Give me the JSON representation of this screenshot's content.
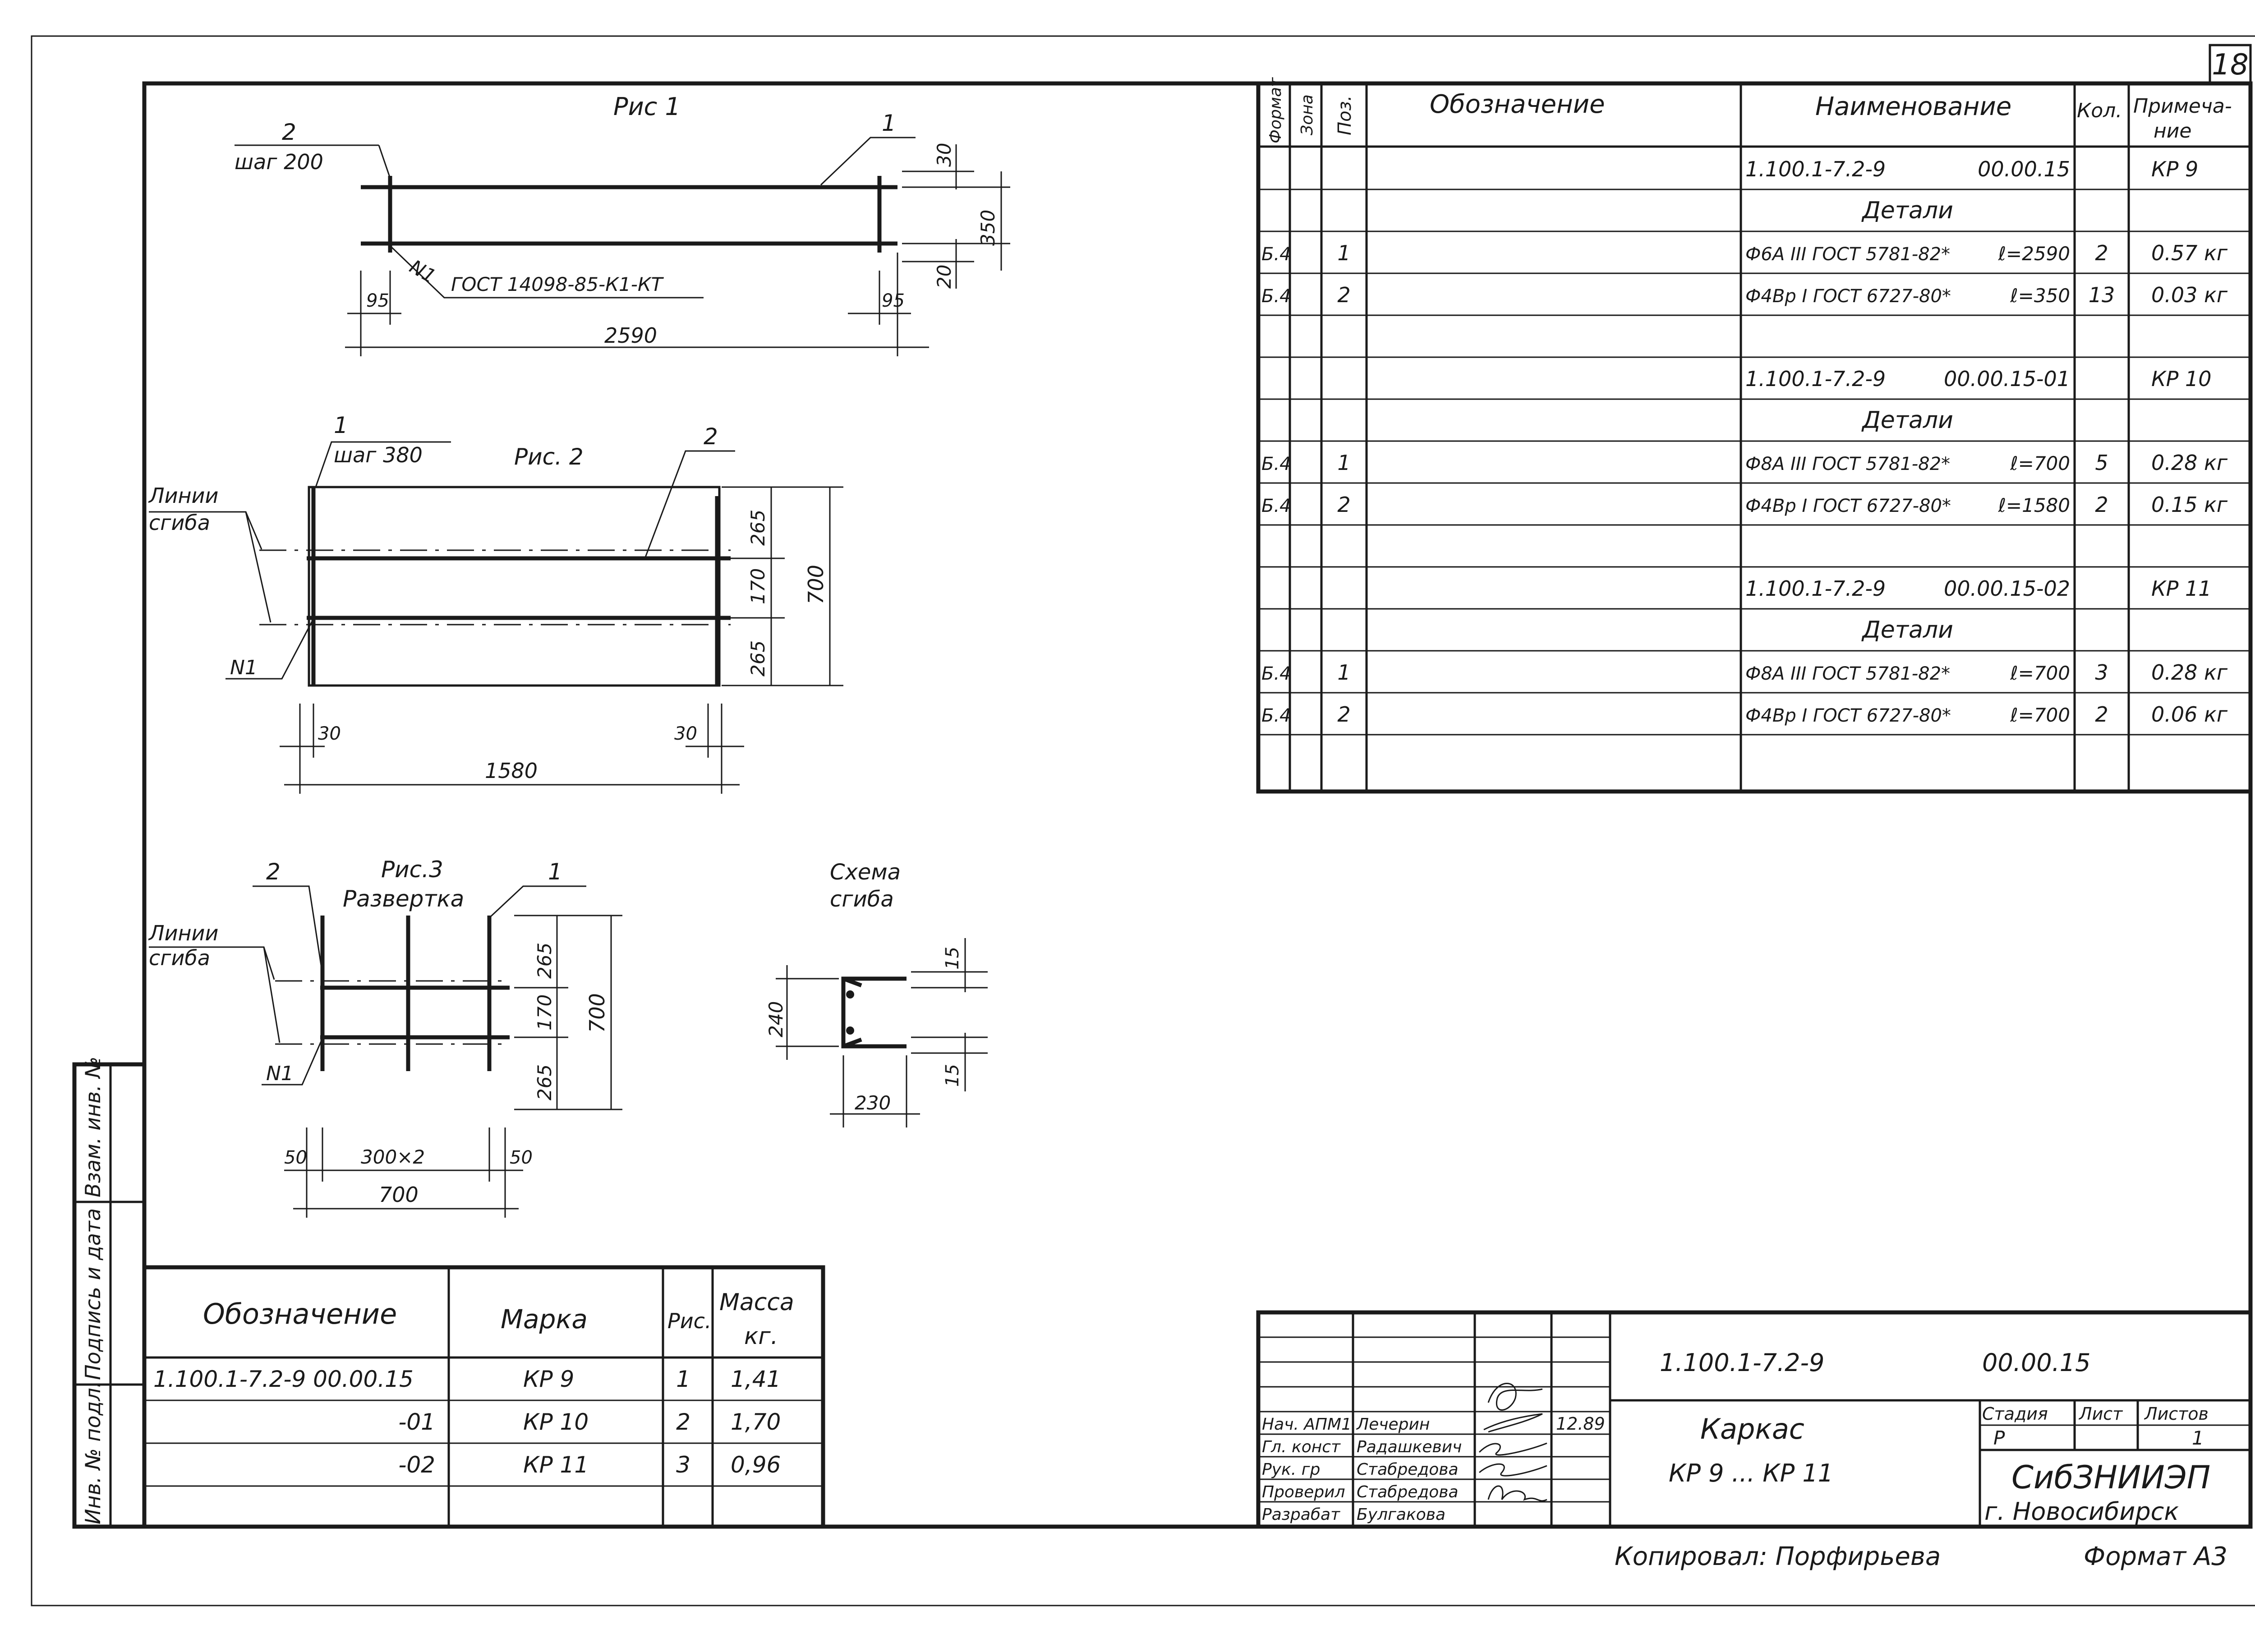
{
  "sheet_number": "18",
  "fig1": {
    "title": "Рис 1",
    "leader_pos2": "2",
    "leader_pos2_step": "шаг 200",
    "leader_pos1": "1",
    "weld_mark": "N1",
    "weld_standard": "ГОСТ 14098-85-К1-КТ",
    "dims": {
      "d30": "30",
      "d350": "350",
      "d20": "20",
      "d95_left": "95",
      "d95_right": "95",
      "length": "2590"
    }
  },
  "fig2": {
    "title": "Рис. 2",
    "leader_pos1": "1",
    "leader_pos1_step": "шаг 380",
    "leader_pos2": "2",
    "bend_lines_label": [
      "Линии",
      "сгиба"
    ],
    "weld_mark": "N1",
    "dims": {
      "d265_top": "265",
      "d170": "170",
      "d265_bottom": "265",
      "height": "700",
      "d30_left": "30",
      "d30_right": "30",
      "length": "1580"
    }
  },
  "fig3": {
    "title": "Рис.3",
    "subtitle": "Развертка",
    "leader_pos2": "2",
    "leader_pos1": "1",
    "bend_lines_label": [
      "Линии",
      "сгиба"
    ],
    "weld_mark": "N1",
    "dims": {
      "d265_top": "265",
      "d170": "170",
      "d265_bottom": "265",
      "height": "700",
      "d50_left": "50",
      "spacing": "300×2",
      "d50_right": "50",
      "length": "700"
    }
  },
  "bend_scheme": {
    "title": [
      "Схема",
      "сгиба"
    ],
    "dims": {
      "d15_top": "15",
      "d240": "240",
      "d15_bottom": "15",
      "d230": "230"
    }
  },
  "spec_table": {
    "headers": {
      "format": "Формат",
      "zone": "Зона",
      "pos": "Поз.",
      "designation": "Обозначение",
      "name": "Наименование",
      "qty": "Кол.",
      "note": [
        "Примеча-",
        "ние"
      ]
    },
    "rows": [
      {
        "format": "",
        "pos": "",
        "name": "1.100.1-7.2-9",
        "name_code": "00.00.15",
        "qty": "",
        "note": "КР 9",
        "kind": "assembly"
      },
      {
        "format": "",
        "pos": "",
        "name": "Детали",
        "name_code": "",
        "qty": "",
        "note": "",
        "kind": "section"
      },
      {
        "format": "Б.4",
        "pos": "1",
        "name": "Ф6А III ГОСТ 5781-82*",
        "name_code": "ℓ=2590",
        "qty": "2",
        "note": "0.57 кг",
        "kind": "item"
      },
      {
        "format": "Б.4",
        "pos": "2",
        "name": "Ф4Вр I ГОСТ 6727-80*",
        "name_code": "ℓ=350",
        "qty": "13",
        "note": "0.03 кг",
        "kind": "item"
      },
      {
        "format": "",
        "pos": "",
        "name": "",
        "name_code": "",
        "qty": "",
        "note": "",
        "kind": "blank"
      },
      {
        "format": "",
        "pos": "",
        "name": "1.100.1-7.2-9",
        "name_code": "00.00.15-01",
        "qty": "",
        "note": "КР 10",
        "kind": "assembly"
      },
      {
        "format": "",
        "pos": "",
        "name": "Детали",
        "name_code": "",
        "qty": "",
        "note": "",
        "kind": "section"
      },
      {
        "format": "Б.4",
        "pos": "1",
        "name": "Ф8А III ГОСТ 5781-82*",
        "name_code": "ℓ=700",
        "qty": "5",
        "note": "0.28 кг",
        "kind": "item"
      },
      {
        "format": "Б.4",
        "pos": "2",
        "name": "Ф4Вр I ГОСТ 6727-80*",
        "name_code": "ℓ=1580",
        "qty": "2",
        "note": "0.15 кг",
        "kind": "item"
      },
      {
        "format": "",
        "pos": "",
        "name": "",
        "name_code": "",
        "qty": "",
        "note": "",
        "kind": "blank"
      },
      {
        "format": "",
        "pos": "",
        "name": "1.100.1-7.2-9",
        "name_code": "00.00.15-02",
        "qty": "",
        "note": "КР 11",
        "kind": "assembly"
      },
      {
        "format": "",
        "pos": "",
        "name": "Детали",
        "name_code": "",
        "qty": "",
        "note": "",
        "kind": "section"
      },
      {
        "format": "Б.4",
        "pos": "1",
        "name": "Ф8А III ГОСТ 5781-82*",
        "name_code": "ℓ=700",
        "qty": "3",
        "note": "0.28 кг",
        "kind": "item"
      },
      {
        "format": "Б.4",
        "pos": "2",
        "name": "Ф4Вр I ГОСТ 6727-80*",
        "name_code": "ℓ=700",
        "qty": "2",
        "note": "0.06 кг",
        "kind": "item"
      }
    ]
  },
  "mass_table": {
    "headers": {
      "designation": "Обозначение",
      "mark": "Марка",
      "fig": "Рис.",
      "mass": [
        "Масса",
        "кг."
      ]
    },
    "rows": [
      {
        "designation": "1.100.1-7.2-9   00.00.15",
        "mark": "КР 9",
        "fig": "1",
        "mass": "1,41"
      },
      {
        "designation": "-01",
        "mark": "КР 10",
        "fig": "2",
        "mass": "1,70"
      },
      {
        "designation": "-02",
        "mark": "КР 11",
        "fig": "3",
        "mass": "0,96"
      }
    ]
  },
  "side_stamp": [
    "Инв. № подл.",
    "Подпись и дата",
    "Взам. инв. №"
  ],
  "title_block": {
    "doc_code": "1.100.1-7.2-9",
    "doc_suffix": "00.00.15",
    "item_title": "Каркас",
    "item_subtitle": "КР 9 ... КР 11",
    "stage_label": "Стадия",
    "sheet_label": "Лист",
    "sheets_label": "Листов",
    "stage": "Р",
    "sheets": "1",
    "org": "СибЗНИИЭП",
    "city": "г. Новосибирск",
    "date": "12.89",
    "people": [
      {
        "role": "Нач. АПМ1",
        "name": "Лечерин"
      },
      {
        "role": "Гл. конст",
        "name": "Радашкевич"
      },
      {
        "role": "Рук. гр",
        "name": "Стабредова"
      },
      {
        "role": "Проверил",
        "name": "Стабредова"
      },
      {
        "role": "Разрабат",
        "name": "Булгакова"
      }
    ]
  },
  "footer": {
    "copied": "Копировал: Порфирьева",
    "format": "Формат А3"
  }
}
